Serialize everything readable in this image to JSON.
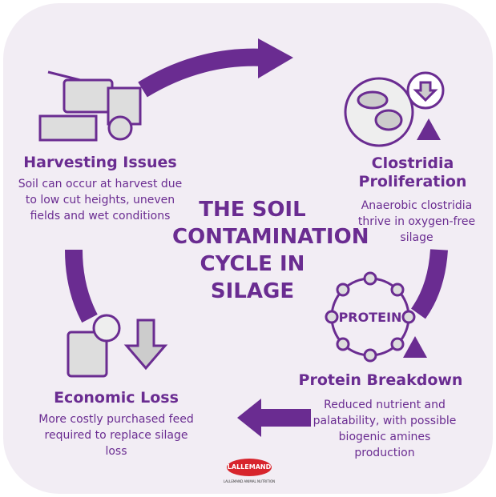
{
  "title": "THE SOIL CONTAMINATION CYCLE IN SILAGE",
  "steps": [
    {
      "heading": "Harvesting Issues",
      "text": "Soil can occur at harvest due to low cut heights, uneven fields and wet conditions",
      "icon": "combine-harvester-icon"
    },
    {
      "heading": "Clostridia Proliferation",
      "text": "Anaerobic clostridia thrive in oxygen-free silage",
      "icon": "bacteria-icon"
    },
    {
      "heading": "Protein Breakdown",
      "text": "Reduced nutrient and palatability, with possible biogenic amines production",
      "icon": "protein-chain-icon",
      "icon_label": "PROTEIN"
    },
    {
      "heading": "Economic Loss",
      "text": "More costly purchased feed required to replace silage loss",
      "icon": "calculator-icon"
    }
  ],
  "logo": {
    "name": "LALLEMAND",
    "subtitle": "LALLEMAND ANIMAL NUTRITION"
  },
  "colors": {
    "purple": "#6a2c91",
    "background": "#f2edf4",
    "logo_red": "#d7242c"
  }
}
